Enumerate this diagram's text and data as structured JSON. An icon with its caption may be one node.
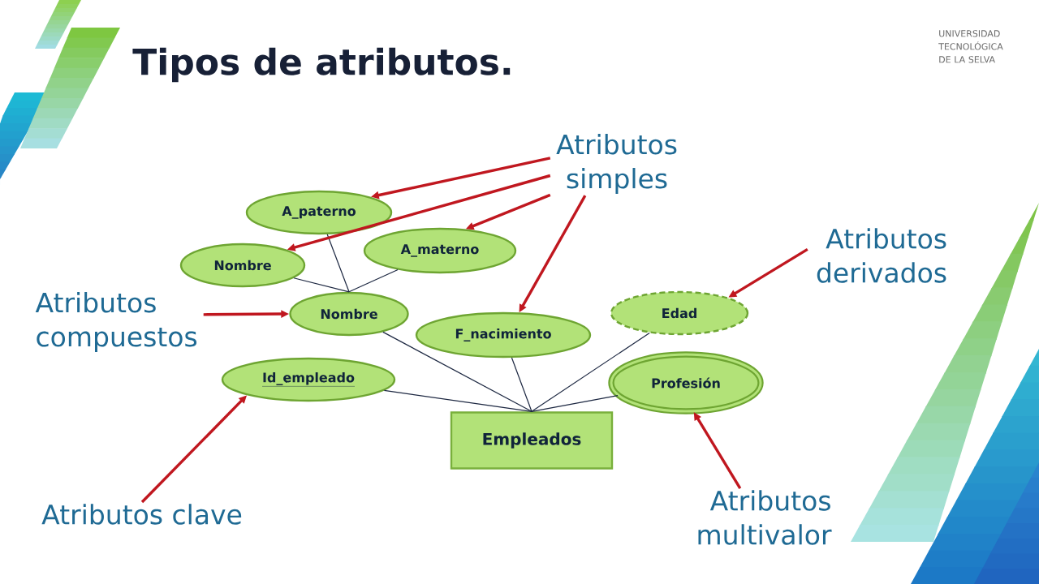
{
  "diagram": {
    "title": "Tipos de atributos.",
    "nodes": [
      {
        "text": [
          "A_paterno"
        ]
      },
      {
        "text": [
          "Nombre"
        ]
      },
      {
        "text": [
          "A_materno"
        ]
      },
      {
        "text": [
          "Nombre"
        ]
      },
      {
        "text": [
          "F_nacimiento"
        ]
      },
      {
        "text": [
          "Edad"
        ]
      },
      {
        "text": [
          "Id_empleado"
        ]
      },
      {
        "text": [
          "Profesión"
        ]
      },
      {
        "text": [
          "Empleados"
        ]
      },
      {
        "text": [
          "Atributos simples"
        ]
      },
      {
        "text": [
          "Atributos derivados"
        ]
      },
      {
        "text": [
          "Atributos compuestos"
        ]
      },
      {
        "text": [
          "Atributos clave"
        ]
      },
      {
        "text": [
          "Atributos multivalor"
        ]
      }
    ],
    "edges": [
      {
        "from": 0,
        "to": 3,
        "arrow": "none"
      },
      {
        "from": 1,
        "to": 3,
        "arrow": "none"
      },
      {
        "from": 2,
        "to": 3,
        "arrow": "none"
      },
      {
        "from": 3,
        "to": 8,
        "arrow": "none"
      },
      {
        "from": 4,
        "to": 8,
        "arrow": "none"
      },
      {
        "from": 5,
        "to": 8,
        "arrow": "none"
      },
      {
        "from": 6,
        "to": 8,
        "arrow": "none"
      },
      {
        "from": 7,
        "to": 8,
        "arrow": "none"
      },
      {
        "from": 9,
        "to": 0,
        "arrow": "to",
        "style": "thick",
        "color": "#c0171f"
      },
      {
        "from": 9,
        "to": 1,
        "arrow": "to",
        "style": "thick",
        "color": "#c0171f"
      },
      {
        "from": 9,
        "to": 2,
        "arrow": "to",
        "style": "thick",
        "color": "#c0171f"
      },
      {
        "from": 9,
        "to": 4,
        "arrow": "to",
        "style": "thick",
        "color": "#c0171f"
      },
      {
        "from": 10,
        "to": 5,
        "arrow": "to",
        "style": "thick",
        "color": "#c0171f"
      },
      {
        "from": 11,
        "to": 3,
        "arrow": "to",
        "style": "thick",
        "color": "#c0171f"
      },
      {
        "from": 12,
        "to": 6,
        "arrow": "to",
        "style": "thick",
        "color": "#c0171f"
      },
      {
        "from": 13,
        "to": 7,
        "arrow": "to",
        "style": "thick",
        "color": "#c0171f"
      }
    ],
    "labels": [
      "UNIVERSIDAD TECNOLÓGICA DE LA SELVA"
    ]
  }
}
